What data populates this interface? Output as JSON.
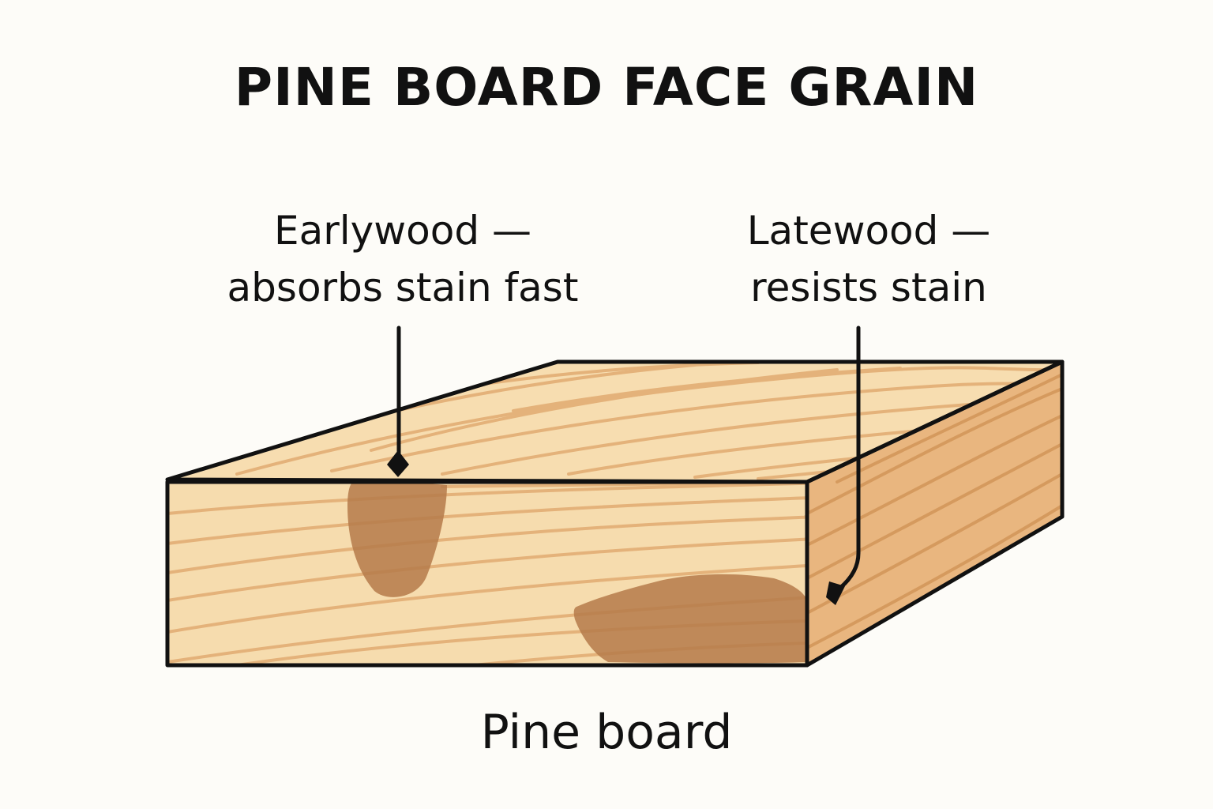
{
  "title": "PINE BOARD FACE GRAIN",
  "callouts": {
    "earlywood": {
      "line1": "Earlywood —",
      "line2": "absorbs stain fast"
    },
    "latewood": {
      "line1": "Latewood —",
      "line2": "resists stain"
    }
  },
  "board_label": "Pine board",
  "colors": {
    "background": "#fdfcf8",
    "wood_top": "#f7ddb0",
    "wood_front": "#f6dcae",
    "wood_side": "#e9b67f",
    "grain": "#e4b27a",
    "stain": "#b57a4a",
    "outline": "#111111"
  }
}
